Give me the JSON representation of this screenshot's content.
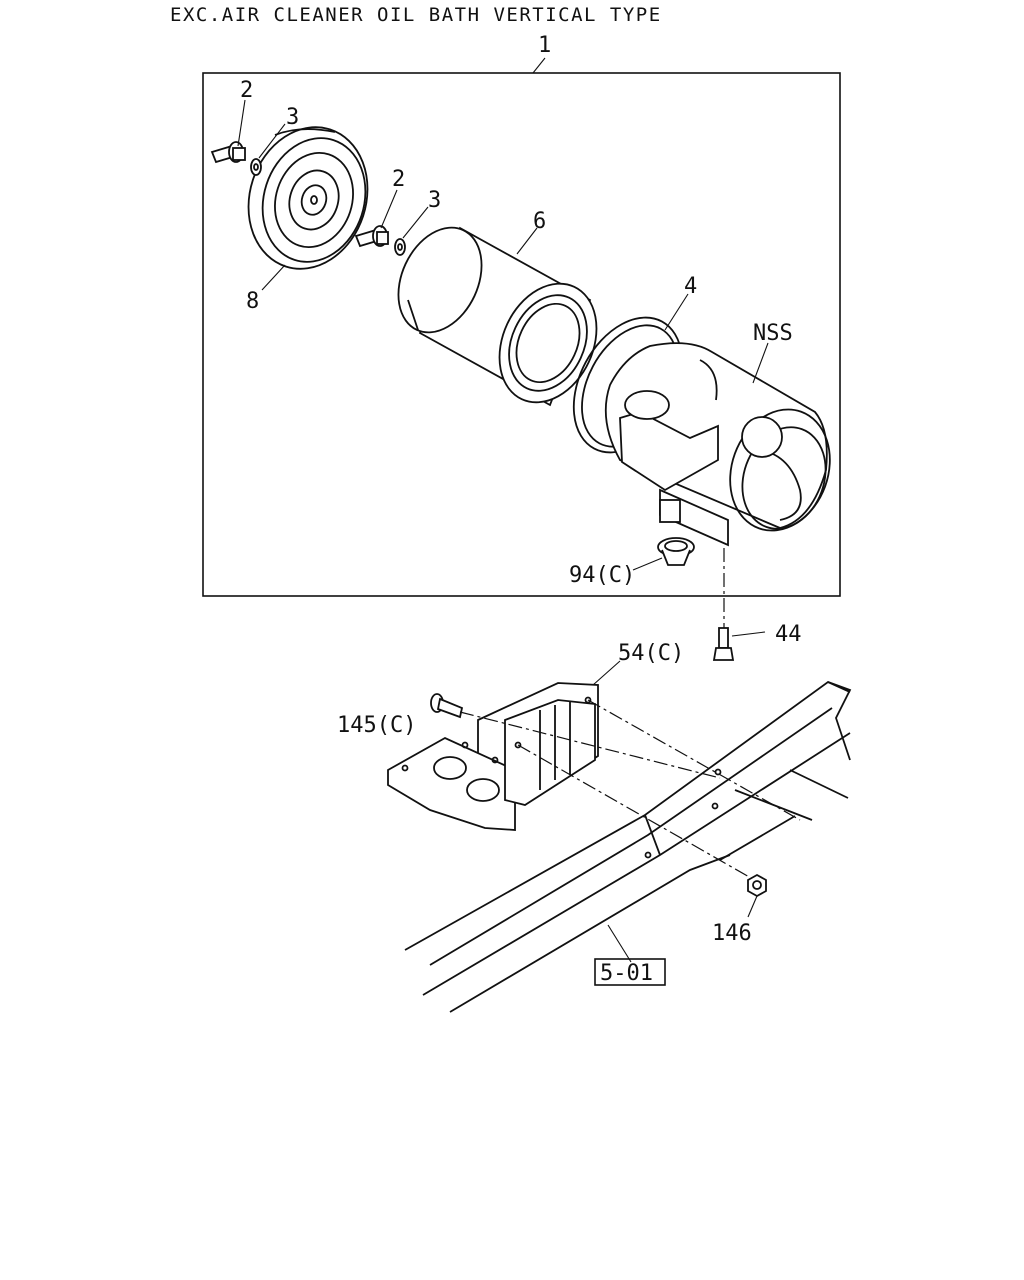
{
  "title": "EXC.AIR CLEANER OIL BATH VERTICAL TYPE",
  "callouts": {
    "assembly": "1",
    "wing_bolt_a": "2",
    "washer_a": "3",
    "wing_bolt_b": "2",
    "washer_b": "3",
    "element": "6",
    "cover": "8",
    "gasket": "4",
    "body": "NSS",
    "cap": "94(C)",
    "bolt": "44",
    "bracket": "54(C)",
    "bracket_bolt": "145(C)",
    "nut": "146",
    "frame_ref": "5-01"
  }
}
